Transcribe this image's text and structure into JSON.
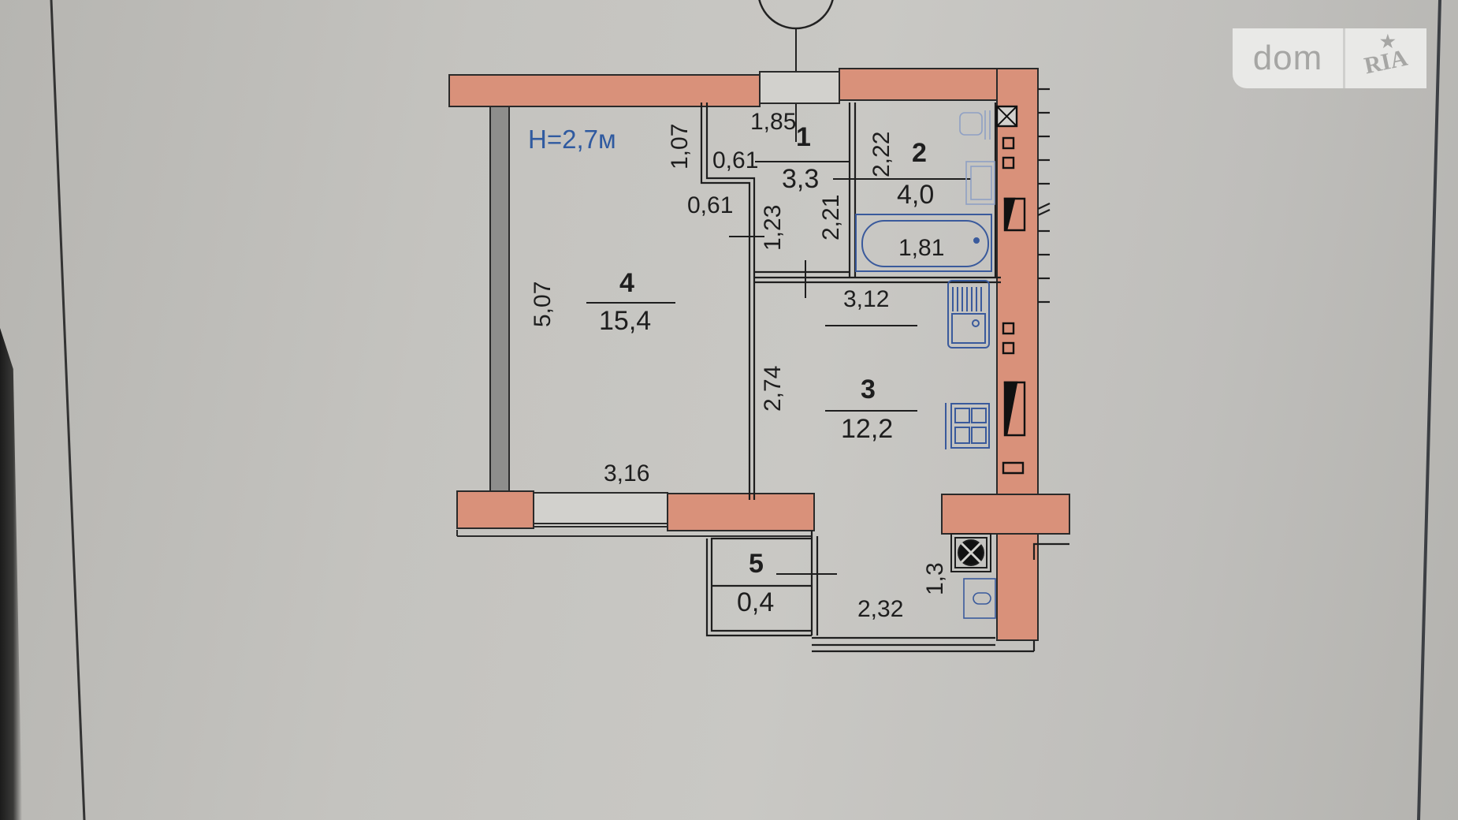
{
  "watermark": {
    "brand_left": "dom",
    "brand_right": "RIA",
    "star_icon": "star-icon"
  },
  "plan": {
    "ceiling_height": "H=2,7м",
    "colors": {
      "wall_fill": "#d9917a",
      "partition_gray": "#8e8e8c",
      "line": "#1e1e1e",
      "fixture_blue": "#3a5a9c",
      "height_text": "#2f5aa0",
      "paper": "#c8c7c3"
    },
    "rooms": [
      {
        "number": "1",
        "area": "3,3"
      },
      {
        "number": "2",
        "area": "4,0"
      },
      {
        "number": "3",
        "area": "12,2"
      },
      {
        "number": "4",
        "area": "15,4"
      },
      {
        "number": "5",
        "area": "0,4"
      }
    ],
    "dimensions": {
      "d_1_85": "1,85",
      "d_1_07": "1,07",
      "d_0_61_top": "0,61",
      "d_0_61_left": "0,61",
      "d_1_23": "1,23",
      "d_2_21": "2,21",
      "d_2_22": "2,22",
      "d_1_81": "1,81",
      "d_3_12": "3,12",
      "d_5_07": "5,07",
      "d_2_74": "2,74",
      "d_3_16": "3,16",
      "d_1_3": "1,3",
      "d_2_32": "2,32"
    },
    "fixtures": [
      "toilet-icon",
      "washbasin-icon",
      "bathtub-icon",
      "sink-icon",
      "stove-icon",
      "boiler-icon",
      "water-heater-icon",
      "ventilation-icon"
    ]
  }
}
